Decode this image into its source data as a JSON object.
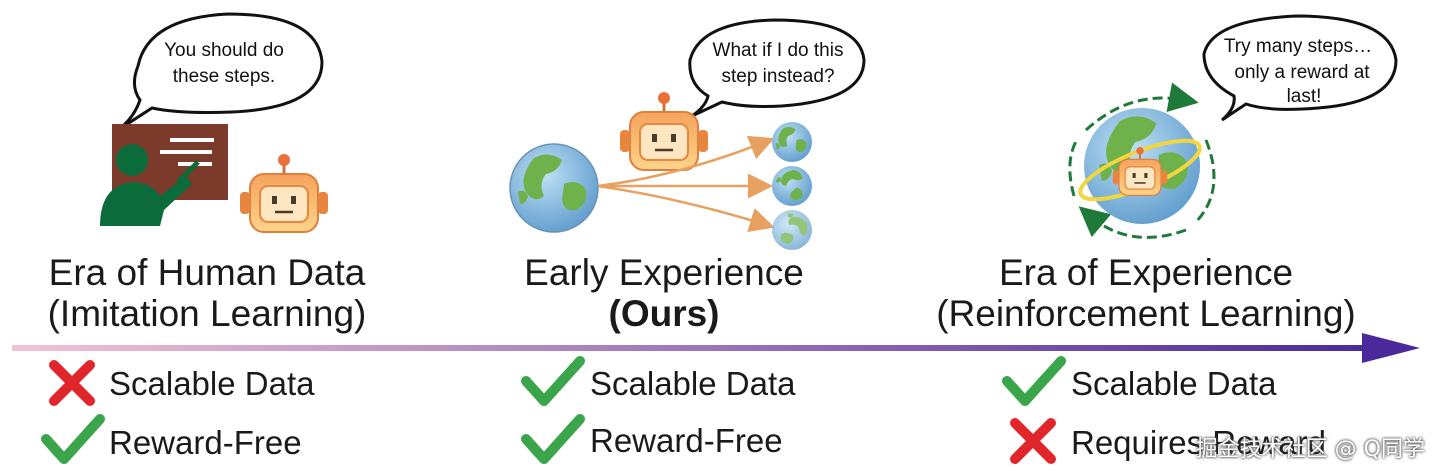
{
  "eras": [
    {
      "title_line1": "Era of Human Data",
      "title_line2": "(Imitation Learning)",
      "bubble_lines": [
        "You should do",
        "these steps."
      ],
      "features": [
        {
          "label": "Scalable Data",
          "status": "no"
        },
        {
          "label": "Reward-Free",
          "status": "yes"
        }
      ]
    },
    {
      "title_line1": "Early Experience",
      "title_line2": "(Ours)",
      "bubble_lines": [
        "What if I do this",
        "step instead?"
      ],
      "features": [
        {
          "label": "Scalable Data",
          "status": "yes"
        },
        {
          "label": "Reward-Free",
          "status": "yes"
        }
      ]
    },
    {
      "title_line1": "Era of Experience",
      "title_line2": "(Reinforcement Learning)",
      "bubble_lines": [
        "Try many steps…",
        "only a reward at",
        "last!"
      ],
      "features": [
        {
          "label": "Scalable Data",
          "status": "yes"
        },
        {
          "label": "Requires Reward",
          "status": "no"
        }
      ]
    }
  ],
  "watermark": "掘金技术社区 @ Q同学",
  "colors": {
    "check": "#3aa54a",
    "cross": "#e0262b",
    "arrow_start": "#f2c2d6",
    "arrow_end": "#4a2a9a",
    "robot_orange": "#f08a4b",
    "robot_light": "#fbd48a",
    "teacher_green": "#0b6b3a",
    "board_brown": "#7b3a2a",
    "globe_blue": "#7fb2d9",
    "globe_green": "#4c9a3a"
  }
}
